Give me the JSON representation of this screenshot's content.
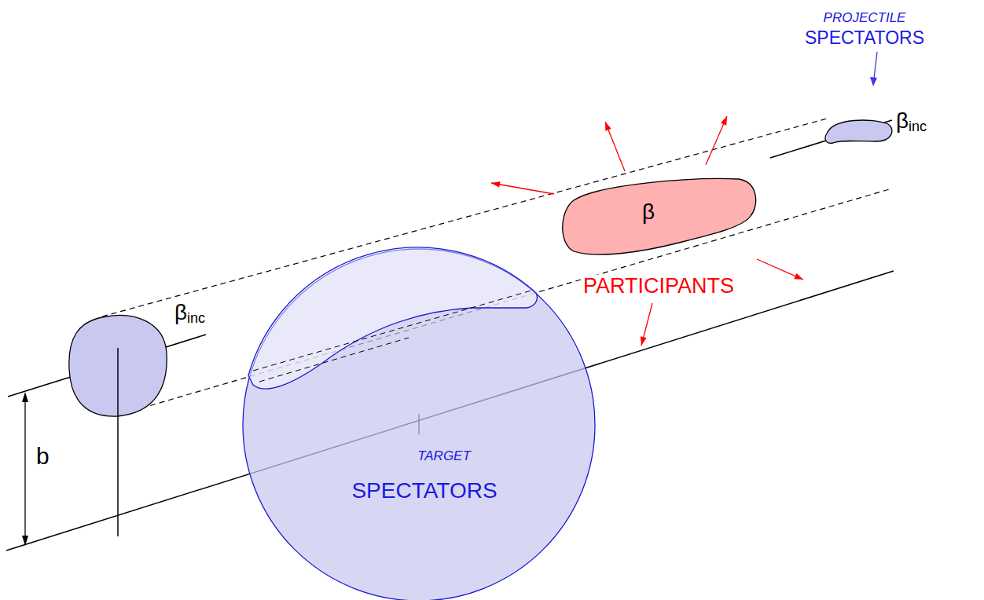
{
  "diagram": {
    "nodes": [
      {
        "text": [
          "PROJECTILE",
          "SPECTATORS"
        ]
      },
      {
        "text": [
          "β",
          "PARTICIPANTS"
        ]
      },
      {
        "text": [
          "TARGET",
          "SPECTATORS"
        ]
      }
    ],
    "labels": [
      "βinc",
      "βinc",
      "b"
    ]
  }
}
